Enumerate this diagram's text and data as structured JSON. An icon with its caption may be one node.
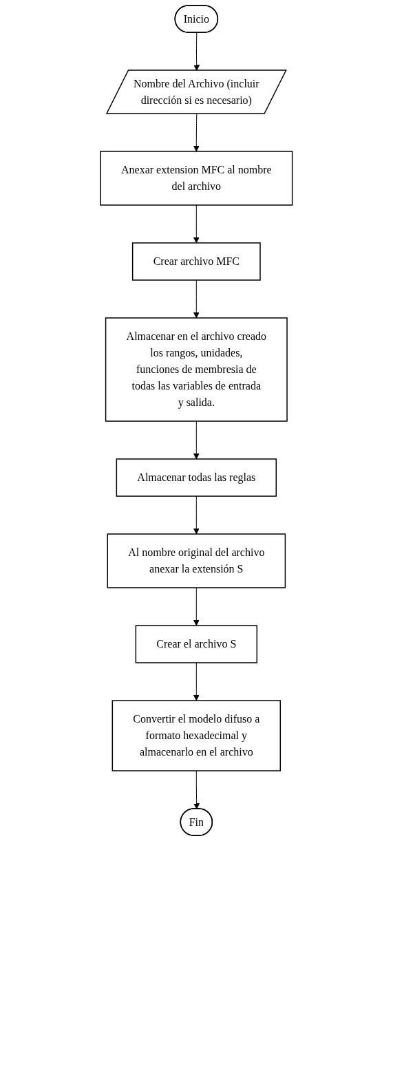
{
  "diagram": {
    "nodes": [
      {
        "text": [
          "Inicio"
        ]
      },
      {
        "text": [
          "Nombre del Archivo (incluir dirección si es necesario)"
        ]
      },
      {
        "text": [
          "Anexar extension MFC al nombre del archivo"
        ]
      },
      {
        "text": [
          "Crear archivo MFC"
        ]
      },
      {
        "text": [
          "Almacenar en el archivo creado los rangos, unidades, funciones de membresia de todas las variables de entrada y salida."
        ]
      },
      {
        "text": [
          "Almacenar todas las reglas"
        ]
      },
      {
        "text": [
          "Al nombre original del archivo anexar la extensión S"
        ]
      },
      {
        "text": [
          "Crear el archivo S"
        ]
      },
      {
        "text": [
          "Convertir el modelo difuso a formato hexadecimal y almacenarlo en el archivo"
        ]
      },
      {
        "text": [
          "Fin"
        ]
      }
    ],
    "edges": [
      {
        "from": 0,
        "to": 1,
        "arrow": "to"
      },
      {
        "from": 1,
        "to": 2,
        "arrow": "to"
      },
      {
        "from": 2,
        "to": 3,
        "arrow": "to"
      },
      {
        "from": 3,
        "to": 4,
        "arrow": "to"
      },
      {
        "from": 4,
        "to": 5,
        "arrow": "to"
      },
      {
        "from": 5,
        "to": 6,
        "arrow": "to"
      },
      {
        "from": 6,
        "to": 7,
        "arrow": "to"
      },
      {
        "from": 7,
        "to": 8,
        "arrow": "to"
      },
      {
        "from": 8,
        "to": 9,
        "arrow": "to"
      }
    ]
  }
}
